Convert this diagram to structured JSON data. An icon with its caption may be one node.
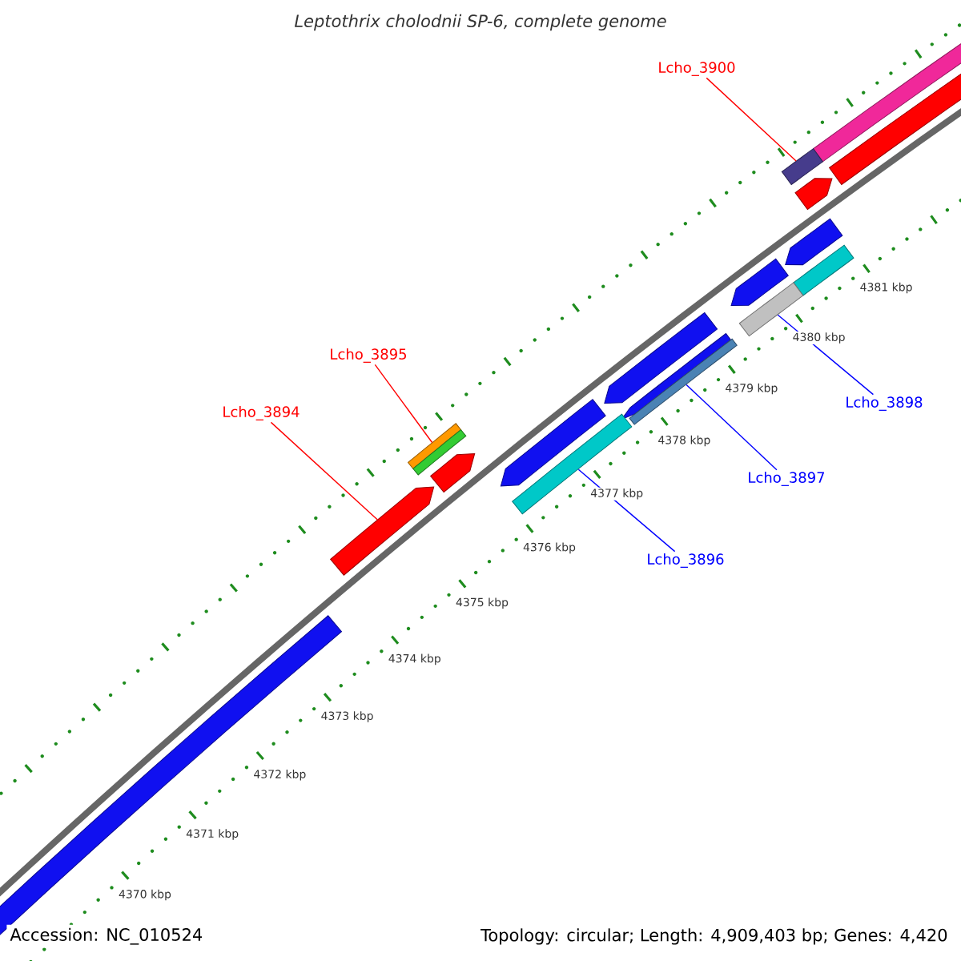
{
  "diagram": {
    "title": "Leptothrix cholodnii SP-6, complete genome",
    "nodes": [
      {
        "text": [
          "Lcho_3900"
        ]
      },
      {
        "text": [
          "Lcho_3895"
        ]
      },
      {
        "text": [
          "Lcho_3898"
        ]
      },
      {
        "text": [
          "Lcho_3894"
        ]
      },
      {
        "text": [
          "Lcho_3897"
        ]
      },
      {
        "text": [
          "Lcho_3896"
        ]
      },
      {
        "text": [],
        "shape": "bar"
      },
      {
        "text": [],
        "shape": "bar"
      },
      {
        "text": [],
        "shape": "bar"
      },
      {
        "text": [],
        "shape": "bar"
      },
      {
        "text": [],
        "shape": "bar"
      },
      {
        "text": [],
        "shape": "bar"
      }
    ],
    "edges": [
      {
        "from": 0,
        "to": 6,
        "arrow": "none",
        "color": "#ff0000"
      },
      {
        "from": 1,
        "to": 7,
        "arrow": "none",
        "color": "#ff0000"
      },
      {
        "from": 2,
        "to": 8,
        "arrow": "none",
        "color": "#0000ff"
      },
      {
        "from": 3,
        "to": 9,
        "arrow": "none",
        "color": "#ff0000"
      },
      {
        "from": 4,
        "to": 10,
        "arrow": "none",
        "color": "#0000ff"
      },
      {
        "from": 5,
        "to": 11,
        "arrow": "none",
        "color": "#0000ff"
      }
    ],
    "labels": [
      "4370 kbp",
      "4371 kbp",
      "4372 kbp",
      "4373 kbp",
      "4374 kbp",
      "4375 kbp",
      "4376 kbp",
      "4377 kbp",
      "4378 kbp",
      "4379 kbp",
      "4380 kbp",
      "4381 kbp",
      "Accession: NC_010524",
      "Topology: circular; Length: 4,909,403 bp; Genes: 4,420"
    ]
  }
}
